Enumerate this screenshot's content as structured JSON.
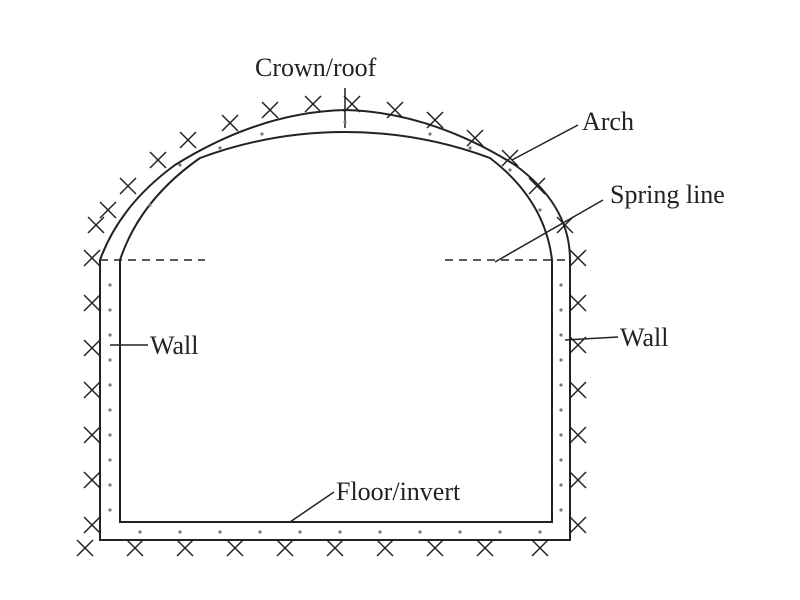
{
  "labels": {
    "crown": "Crown/roof",
    "arch": "Arch",
    "spring_line": "Spring line",
    "wall_left": "Wall",
    "wall_right": "Wall",
    "floor": "Floor/invert"
  },
  "colors": {
    "line": "#222222",
    "background": "#ffffff"
  }
}
